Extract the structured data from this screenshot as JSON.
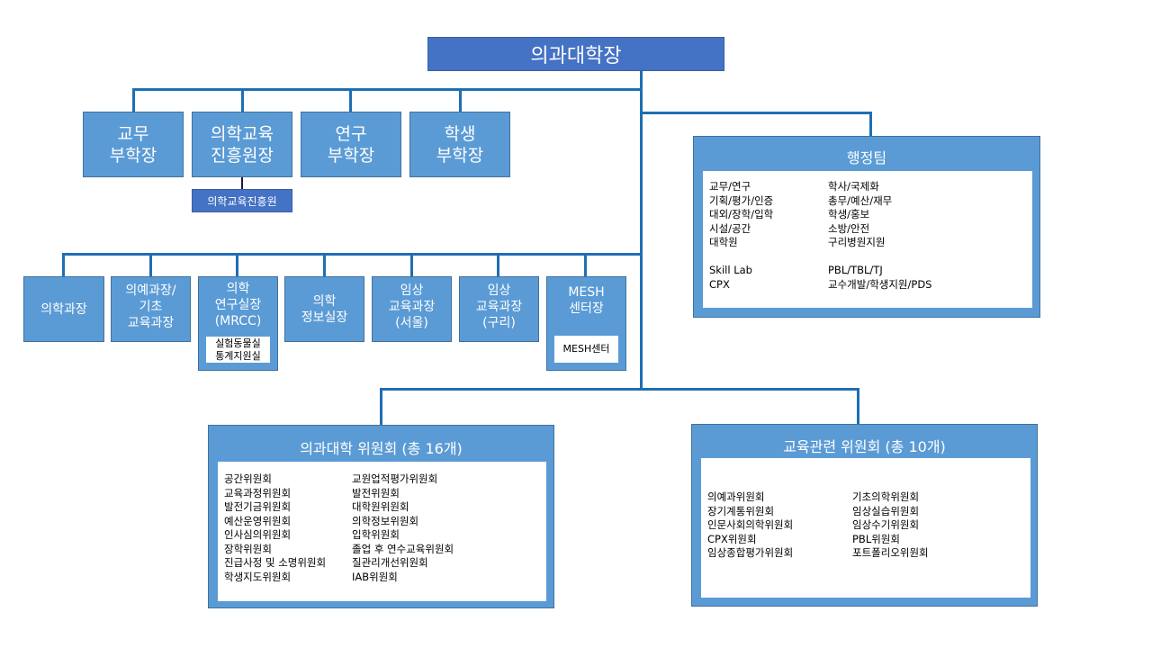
{
  "dean": "의과대학장",
  "vice_deans": [
    {
      "label": "교무\n부학장"
    },
    {
      "label": "의학교육\n진흥원장"
    },
    {
      "label": "연구\n부학장"
    },
    {
      "label": "학생\n부학장"
    }
  ],
  "education_institute": "의학교육진흥원",
  "admin_team": {
    "title": "행정팀",
    "left": [
      "교무/연구",
      "기획/평가/인증",
      "대외/장학/입학",
      "시설/공간",
      "대학원",
      "",
      "Skill Lab",
      "CPX"
    ],
    "right": [
      "학사/국제화",
      "총무/예산/재무",
      "학생/홍보",
      "소방/안전",
      "구리병원지원",
      "",
      "PBL/TBL/TJ",
      "교수개발/학생지원/PDS"
    ]
  },
  "departments": [
    {
      "label": "의학과장"
    },
    {
      "label": "의예과장/\n기초\n교육과장"
    },
    {
      "label": "의학\n연구실장\n(MRCC)",
      "sub": "실험동물실\n통계지원실"
    },
    {
      "label": "의학\n정보실장"
    },
    {
      "label": "임상\n교육과장\n(서울)"
    },
    {
      "label": "임상\n교육과장\n(구리)"
    },
    {
      "label": "MESH\n센터장",
      "sub": "MESH센터"
    }
  ],
  "college_committees": {
    "title": "의과대학 위원회 (총 16개)",
    "left": [
      "공간위원회",
      "교육과정위원회",
      "발전기금위원회",
      "예산운영위원회",
      "인사심의위원회",
      "장학위원회",
      "진급사정 및 소명위원회",
      "학생지도위원회"
    ],
    "right": [
      "교원업적평가위원회",
      "발전위원회",
      "대학원위원회",
      "의학정보위원회",
      "입학위원회",
      "졸업 후 연수교육위원회",
      "질관리개선위원회",
      "IAB위원회"
    ]
  },
  "education_committees": {
    "title": "교육관련 위원회 (총 10개)",
    "left": [
      "의예과위원회",
      "장기계통위원회",
      "인문사회의학위원회",
      "CPX위원회",
      "임상종합평가위원회"
    ],
    "right": [
      "기초의학위원회",
      "임상실습위원회",
      "임상수기위원회",
      "PBL위원회",
      "포트폴리오위원회"
    ]
  }
}
